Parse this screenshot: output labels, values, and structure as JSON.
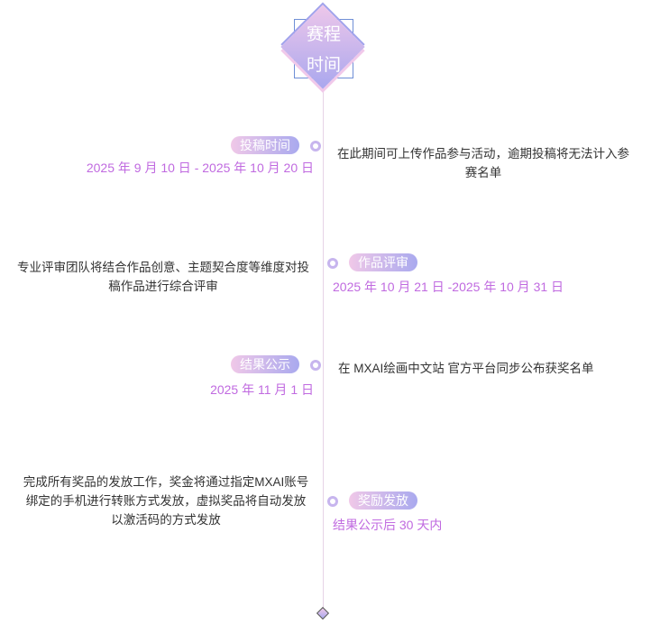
{
  "header": {
    "title_line1": "赛程",
    "title_line2": "时间"
  },
  "stages": [
    {
      "label": "投稿时间",
      "date": "2025 年 9 月 10 日 - 2025 年 10 月 20 日",
      "description": "在此期间可上传作品参与活动，逾期投稿将无法计入参赛名单"
    },
    {
      "label": "作品评审",
      "date": "2025 年 10 月 21 日 -2025 年 10 月 31 日",
      "description": "专业评审团队将结合作品创意、主题契合度等维度对投稿作品进行综合评审"
    },
    {
      "label": "结果公示",
      "date": "2025 年 11 月 1 日",
      "description": "在 MXAI绘画中文站 官方平台同步公布获奖名单"
    },
    {
      "label": "奖励发放",
      "date": "结果公示后 30 天内",
      "description": "完成所有奖品的发放工作，奖金将通过指定MXAI账号绑定的手机进行转账方式发放，虚拟奖品将自动发放以激活码的方式发放"
    }
  ]
}
